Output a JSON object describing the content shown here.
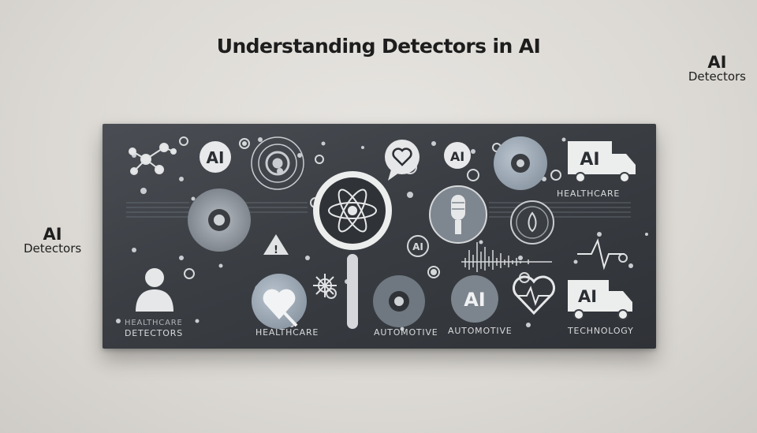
{
  "title": "Understanding Detectors in AI",
  "right_label": {
    "line1": "AI",
    "line2": "Detectors"
  },
  "left_label": {
    "line1": "AI",
    "line2": "Detectors"
  },
  "panel": {
    "badges": {
      "ai_top_left": "AI",
      "ai_top_mid": "AI",
      "ai_small_mid": "AI",
      "ai_truck_top": "AI",
      "ai_bottom_mid": "AI",
      "ai_truck_bottom": "AI"
    },
    "captions": {
      "healthcare_top_right": "HEALTHCARE",
      "detectors_bottom_left_1": "HEALTHCARE",
      "detectors_bottom_left_2": "DETECTORS",
      "healthcare_bottom": "HEALTHCARE",
      "automotive_1": "AUTOMOTIVE",
      "automotive_2": "AUTOMOTIVE",
      "technology": "TECHNOLOGY"
    }
  },
  "colors": {
    "panel": "#3c4045",
    "icon_light": "#e6e7e8",
    "icon_mid": "#9aa3ad",
    "icon_dark": "#2b2e32"
  }
}
